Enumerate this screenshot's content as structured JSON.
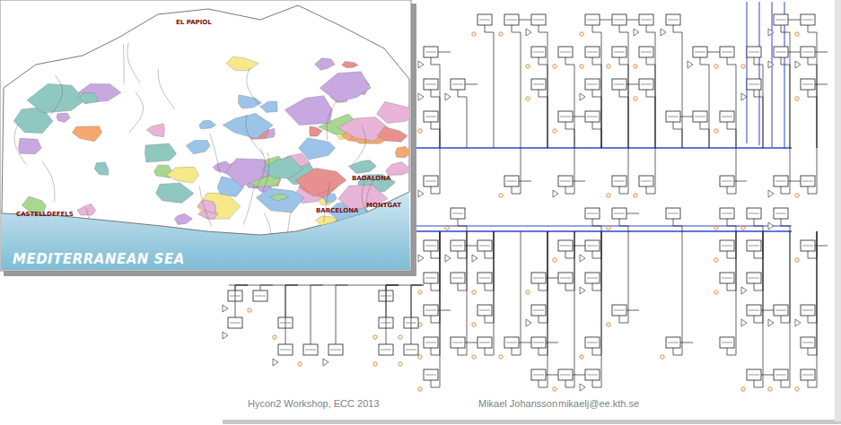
{
  "diagram": {
    "labels": [
      "CASTELLDEFELS",
      "EL PAPIOL",
      "BARCELONA",
      "BADALONA",
      "MONTGAT",
      "MEDITERRANEAN SEA",
      "Hycon2 Workshop, ECC 2013",
      "Mikael Johansson",
      "mikaelj@ee.kth.se"
    ]
  }
}
